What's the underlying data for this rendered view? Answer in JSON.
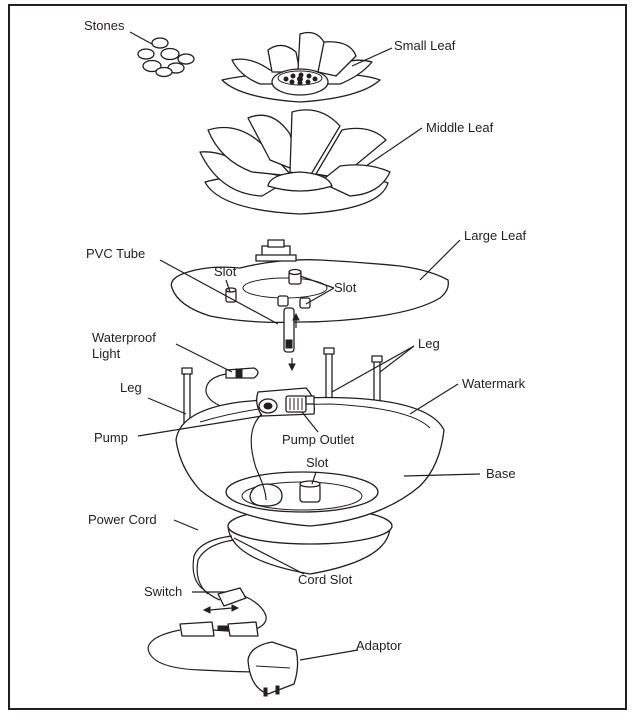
{
  "labels": {
    "stones": "Stones",
    "small_leaf": "Small Leaf",
    "middle_leaf": "Middle Leaf",
    "large_leaf": "Large Leaf",
    "pvc_tube": "PVC Tube",
    "slot_left": "Slot",
    "slot_right": "Slot",
    "waterproof_light_1": "Waterproof",
    "waterproof_light_2": "Light",
    "leg_right": "Leg",
    "leg_left": "Leg",
    "watermark": "Watermark",
    "pump": "Pump",
    "pump_outlet": "Pump Outlet",
    "slot_base": "Slot",
    "base": "Base",
    "power_cord": "Power Cord",
    "cord_slot": "Cord Slot",
    "switch": "Switch",
    "adaptor": "Adaptor"
  },
  "colors": {
    "ink": "#231f20",
    "paper": "#ffffff"
  }
}
